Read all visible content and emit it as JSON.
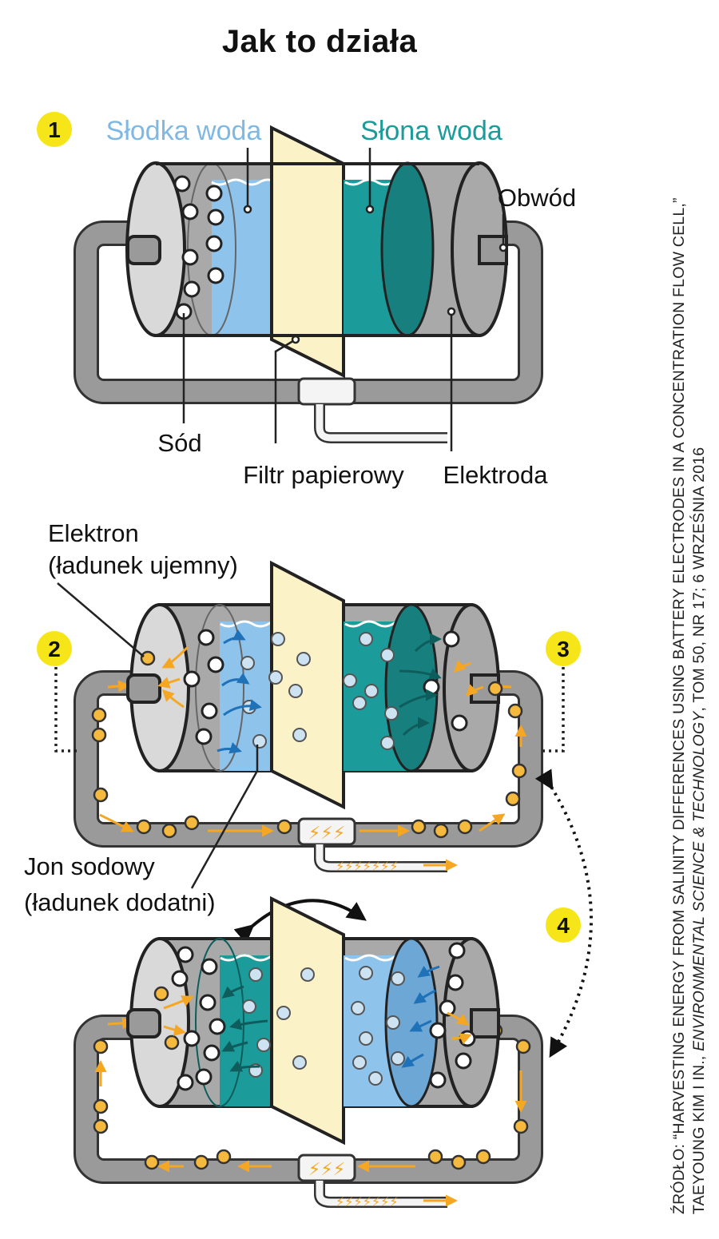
{
  "title": "Jak to działa",
  "colors": {
    "fresh_water": "#8ec3ec",
    "salt_water": "#1b9b99",
    "filter": "#fbf2c7",
    "electrode": "#a9a9a9",
    "circuit": "#9a9a9a",
    "electron": "#f5b93e",
    "badge": "#f6e619"
  },
  "steps": [
    "1",
    "2",
    "3",
    "4"
  ],
  "labels": {
    "fresh_water": "Słodka woda",
    "salt_water": "Słona woda",
    "circuit": "Obwód",
    "sodium": "Sód",
    "paper_filter": "Filtr papierowy",
    "electrode": "Elektroda",
    "electron_line1": "Elektron",
    "electron_line2": "(ładunek ujemny)",
    "sodium_ion_line1": "Jon sodowy",
    "sodium_ion_line2": "(ładunek dodatni)"
  },
  "source": {
    "line1": "ŹRÓDŁO: “HARVESTING ENERGY FROM SALINITY DIFFERENCES USING BATTERY ELECTRODES IN A CONCENTRATION FLOW CELL,”",
    "line2_prefix": "TAEYOUNG KIM I IN., ",
    "line2_journal": "ENVIRONMENTAL SCIENCE & TECHNOLOGY",
    "line2_suffix": ", TOM 50, NR 17; 6 WRZEŚNIA 2016"
  }
}
